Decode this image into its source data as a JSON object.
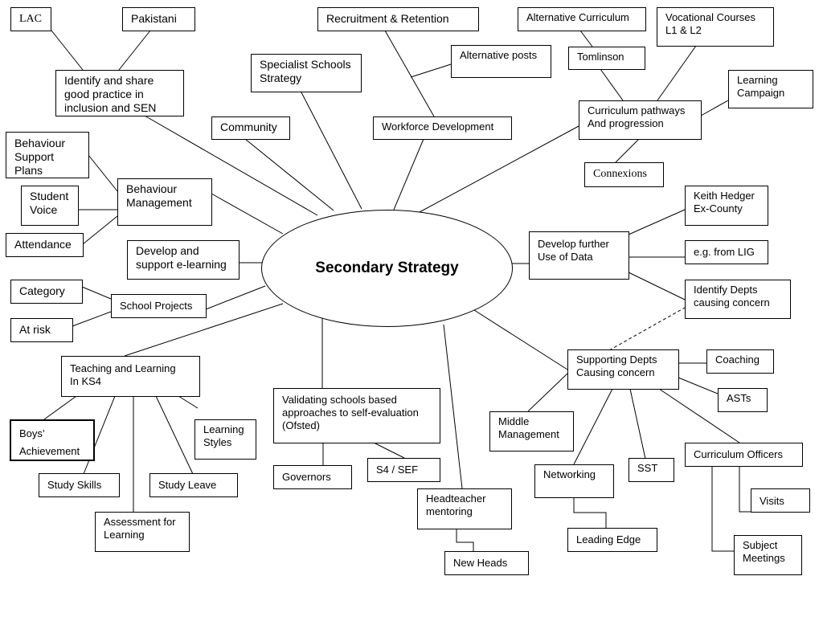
{
  "center": "Secondary Strategy",
  "nodes": {
    "lac": "LAC",
    "pakistani": "Pakistani",
    "identify_share": "Identify and share\ngood practice in\ninclusion and SEN",
    "specialist_schools": "Specialist Schools\nStrategy",
    "recruitment": "Recruitment & Retention",
    "alternative_posts": "Alternative posts",
    "workforce": "Workforce Development",
    "alternative_curriculum": "Alternative Curriculum",
    "tomlinson": "Tomlinson",
    "vocational": "Vocational Courses\nL1 & L2",
    "learning_campaign": "Learning\nCampaign",
    "curriculum_pathways": "Curriculum pathways\nAnd progression",
    "connexions": "Connexions",
    "community": "Community",
    "behaviour_support": "Behaviour\nSupport\nPlans",
    "student_voice": "Student\nVoice",
    "attendance": "Attendance",
    "behaviour_management": "Behaviour\nManagement",
    "elearning": "Develop and\nsupport e-learning",
    "category": "Category",
    "at_risk": "At risk",
    "school_projects": "School Projects",
    "keith": "Keith Hedger\nEx-County",
    "develop_data": "Develop further\n Use of Data",
    "lig": "e.g. from LIG",
    "identify_depts": "Identify Depts\ncausing concern",
    "teaching_learning": "Teaching and Learning\nIn KS4",
    "boys": "Boys’\nAchievement",
    "learning_styles": "Learning\nStyles",
    "study_skills": "Study Skills",
    "study_leave": "Study Leave",
    "assessment": "Assessment for\nLearning",
    "validating": "Validating schools based\napproaches to self-evaluation\n(Ofsted)",
    "governors": "Governors",
    "s4_sef": "S4 / SEF",
    "headteacher": "Headteacher\nmentoring",
    "new_heads": "New Heads",
    "supporting_depts": "Supporting Depts\nCausing concern",
    "coaching": "Coaching",
    "asts": "ASTs",
    "middle_management": "Middle\nManagement",
    "networking": "Networking",
    "sst": "SST",
    "curriculum_officers": "Curriculum Officers",
    "visits": "Visits",
    "leading_edge": "Leading Edge",
    "subject_meetings": "Subject\nMeetings"
  }
}
